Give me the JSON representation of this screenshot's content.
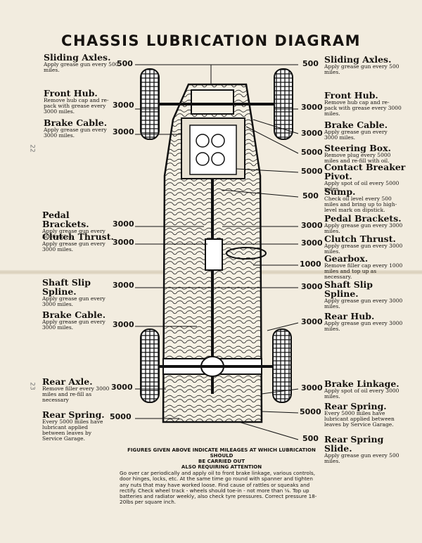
{
  "title": "CHASSIS LUBRICATION DIAGRAM",
  "page_numbers": {
    "upper": "22",
    "lower": "23"
  },
  "left_labels": [
    {
      "head": "Sliding Axles.",
      "desc": "Apply grease gun every 500 miles.",
      "miles": "500"
    },
    {
      "head": "Front Hub.",
      "desc": "Remove hub cap and re-pack with grease every 3000 miles.",
      "miles": "3000"
    },
    {
      "head": "Brake Cable.",
      "desc": "Apply grease gun every 3000 miles.",
      "miles": "3000"
    },
    {
      "head": "Pedal Brackets.",
      "desc": "Apply grease gun every 3000 miles.",
      "miles": "3000"
    },
    {
      "head": "Clutch Thrust.",
      "desc": "Apply grease gun every 3000 miles.",
      "miles": "3000"
    },
    {
      "head": "Shaft Slip Spline.",
      "desc": "Apply grease gun every 3000 miles.",
      "miles": "3000"
    },
    {
      "head": "Brake Cable.",
      "desc": "Apply grease gun every 3000 miles.",
      "miles": "3000"
    },
    {
      "head": "Rear Axle.",
      "desc": "Remove filler every 3000 miles and re-fill as necessary",
      "miles": "3000"
    },
    {
      "head": "Rear Spring.",
      "desc": "Every 5000 miles have lubricant applied between leaves by Service Garage.",
      "miles": "5000"
    }
  ],
  "right_labels": [
    {
      "head": "Sliding Axles.",
      "desc": "Apply grease gun every 500 miles.",
      "miles": "500"
    },
    {
      "head": "Front Hub.",
      "desc": "Remove hub cap and re-pack with grease every 3000 miles.",
      "miles": "3000"
    },
    {
      "head": "Brake Cable.",
      "desc": "Apply grease gun every 3000 miles.",
      "miles": "3000"
    },
    {
      "head": "Steering Box.",
      "desc": "Remove plug every 5000 miles and re-fill with oil.",
      "miles": "5000"
    },
    {
      "head": "Contact Breaker Pivot.",
      "desc": "Apply spot of oil every 5000 miles.",
      "miles": "5000"
    },
    {
      "head": "Sump.",
      "desc": "Check oil level every 500 miles and bring up to high-level mark on dipstick.",
      "miles": "500"
    },
    {
      "head": "Pedal Brackets.",
      "desc": "Apply grease gun every 3000 miles.",
      "miles": "3000"
    },
    {
      "head": "Clutch Thrust.",
      "desc": "Apply grease gun every 3000 miles.",
      "miles": "3000"
    },
    {
      "head": "Gearbox.",
      "desc": "Remove filler cap every 1000 miles and top up as necessary.",
      "miles": "1000"
    },
    {
      "head": "Shaft Slip Spline.",
      "desc": "Apply grease gun every 3000 miles.",
      "miles": "3000"
    },
    {
      "head": "Rear Hub.",
      "desc": "Apply grease gun every 3000 miles.",
      "miles": "3000"
    },
    {
      "head": "Brake Linkage.",
      "desc": "Apply spot of oil every 3000 miles.",
      "miles": "3000"
    },
    {
      "head": "Rear Spring.",
      "desc": "Every 5000 miles have lubricant applied between leaves by Service Garage.",
      "miles": "5000"
    },
    {
      "head": "Rear Spring Slide.",
      "desc": "Apply grease gun every 500 miles.",
      "miles": "500"
    }
  ],
  "footer": {
    "line1": "FIGURES GIVEN ABOVE INDICATE MILEAGES AT WHICH LUBRICATION SHOULD",
    "line2": "BE CARRIED OUT",
    "line3": "ALSO REQUIRING ATTENTION",
    "text": "Go over car periodically and apply oil to front brake linkage, various controls, door hinges, locks, etc. At the same time go round with spanner and tighten any nuts that may have worked loose. Find cause of rattles or squeaks and rectify. Check wheel track - wheels should toe-in - not more than ⅛. Top up batteries and radiator weekly, also check tyre pressures. Correct pressure 18-20lbs per square inch."
  }
}
